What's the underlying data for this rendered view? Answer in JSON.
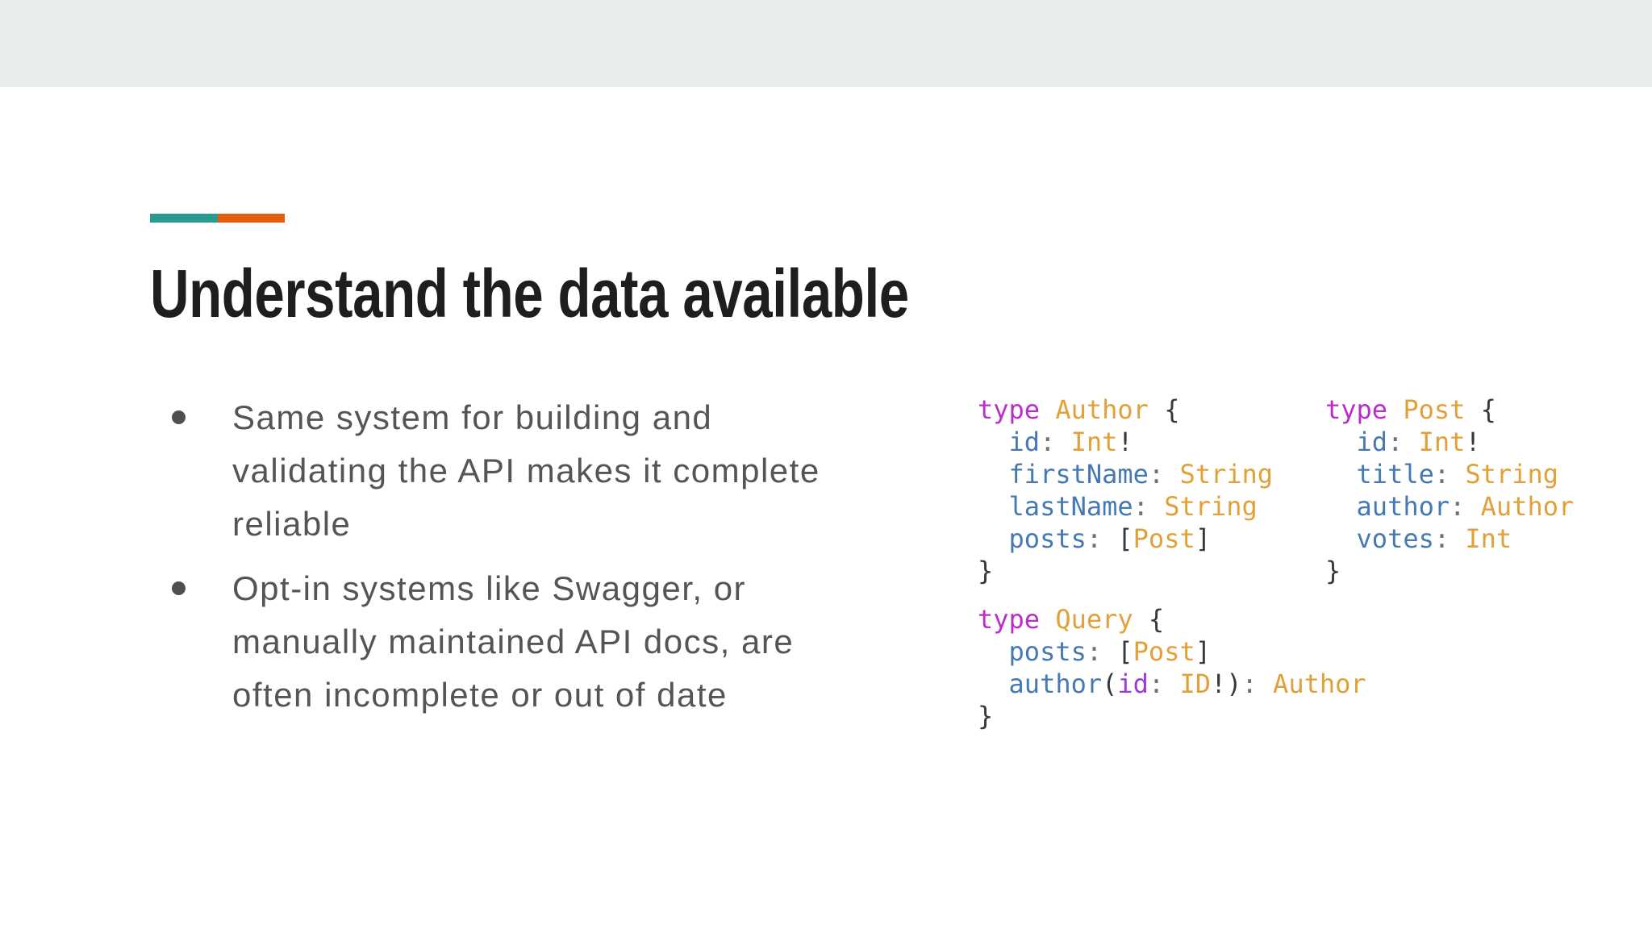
{
  "slide": {
    "title": "Understand the data available",
    "accent_colors": {
      "teal": "#2a9a8e",
      "orange": "#e45c10"
    },
    "band_color": "#e8edeb",
    "bullets": [
      {
        "text": "Same system for building and\nvalidating the API makes it complete\nreliable"
      },
      {
        "text": "Opt-in systems like Swagger, or\nmanually maintained API docs, are\noften incomplete or out of date"
      }
    ]
  },
  "code": {
    "syntax_colors": {
      "keyword": "#bb2dc9",
      "type_name": "#e2a038",
      "field_name": "#4679b2",
      "punctuation": "#35383c",
      "colon": "#67737e",
      "argument": "#9a3bd4"
    },
    "author": {
      "lines": [
        [
          [
            "k",
            "type"
          ],
          [
            "w",
            " "
          ],
          [
            "t",
            "Author"
          ],
          [
            "w",
            " "
          ],
          [
            "p",
            "{"
          ]
        ],
        [
          [
            "w",
            "  "
          ],
          [
            "f",
            "id"
          ],
          [
            "c",
            ":"
          ],
          [
            "w",
            " "
          ],
          [
            "t",
            "Int"
          ],
          [
            "p",
            "!"
          ]
        ],
        [
          [
            "w",
            "  "
          ],
          [
            "f",
            "firstName"
          ],
          [
            "c",
            ":"
          ],
          [
            "w",
            " "
          ],
          [
            "t",
            "String"
          ]
        ],
        [
          [
            "w",
            "  "
          ],
          [
            "f",
            "lastName"
          ],
          [
            "c",
            ":"
          ],
          [
            "w",
            " "
          ],
          [
            "t",
            "String"
          ]
        ],
        [
          [
            "w",
            "  "
          ],
          [
            "f",
            "posts"
          ],
          [
            "c",
            ":"
          ],
          [
            "w",
            " "
          ],
          [
            "p",
            "["
          ],
          [
            "t",
            "Post"
          ],
          [
            "p",
            "]"
          ]
        ],
        [
          [
            "p",
            "}"
          ]
        ]
      ]
    },
    "post": {
      "lines": [
        [
          [
            "k",
            "type"
          ],
          [
            "w",
            " "
          ],
          [
            "t",
            "Post"
          ],
          [
            "w",
            " "
          ],
          [
            "p",
            "{"
          ]
        ],
        [
          [
            "w",
            "  "
          ],
          [
            "f",
            "id"
          ],
          [
            "c",
            ":"
          ],
          [
            "w",
            " "
          ],
          [
            "t",
            "Int"
          ],
          [
            "p",
            "!"
          ]
        ],
        [
          [
            "w",
            "  "
          ],
          [
            "f",
            "title"
          ],
          [
            "c",
            ":"
          ],
          [
            "w",
            " "
          ],
          [
            "t",
            "String"
          ]
        ],
        [
          [
            "w",
            "  "
          ],
          [
            "f",
            "author"
          ],
          [
            "c",
            ":"
          ],
          [
            "w",
            " "
          ],
          [
            "t",
            "Author"
          ]
        ],
        [
          [
            "w",
            "  "
          ],
          [
            "f",
            "votes"
          ],
          [
            "c",
            ":"
          ],
          [
            "w",
            " "
          ],
          [
            "t",
            "Int"
          ]
        ],
        [
          [
            "p",
            "}"
          ]
        ]
      ]
    },
    "query": {
      "lines": [
        [
          [
            "k",
            "type"
          ],
          [
            "w",
            " "
          ],
          [
            "t",
            "Query"
          ],
          [
            "w",
            " "
          ],
          [
            "p",
            "{"
          ]
        ],
        [
          [
            "w",
            "  "
          ],
          [
            "f",
            "posts"
          ],
          [
            "c",
            ":"
          ],
          [
            "w",
            " "
          ],
          [
            "p",
            "["
          ],
          [
            "t",
            "Post"
          ],
          [
            "p",
            "]"
          ]
        ],
        [
          [
            "w",
            "  "
          ],
          [
            "f",
            "author"
          ],
          [
            "p",
            "("
          ],
          [
            "a",
            "id"
          ],
          [
            "c",
            ":"
          ],
          [
            "w",
            " "
          ],
          [
            "t",
            "ID"
          ],
          [
            "p",
            "!"
          ],
          [
            "p.",
            ")"
          ],
          [
            "c",
            ":"
          ],
          [
            "w",
            " "
          ],
          [
            "t",
            "Author"
          ]
        ],
        [
          [
            "p",
            "}"
          ]
        ]
      ]
    }
  }
}
